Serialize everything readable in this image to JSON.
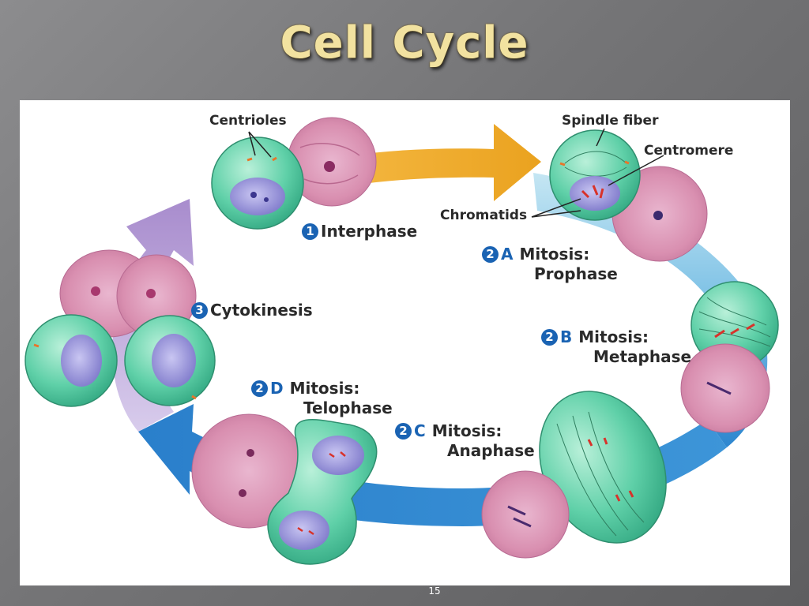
{
  "slide": {
    "title": "Cell Cycle",
    "page_number": "15"
  },
  "diagram": {
    "labels": {
      "centrioles": "Centrioles",
      "spindle_fiber": "Spindle fiber",
      "centromere": "Centromere",
      "chromatids": "Chromatids"
    },
    "stages": [
      {
        "number": "1",
        "letter": "",
        "line1": "Interphase",
        "line2": ""
      },
      {
        "number": "2",
        "letter": "A",
        "line1": "Mitosis:",
        "line2": "Prophase"
      },
      {
        "number": "2",
        "letter": "B",
        "line1": "Mitosis:",
        "line2": "Metaphase"
      },
      {
        "number": "2",
        "letter": "C",
        "line1": "Mitosis:",
        "line2": "Anaphase"
      },
      {
        "number": "2",
        "letter": "D",
        "line1": "Mitosis:",
        "line2": "Telophase"
      },
      {
        "number": "3",
        "letter": "",
        "line1": "Cytokinesis",
        "line2": ""
      }
    ],
    "colors": {
      "arrow_interphase": "#f2b33a",
      "arrow_mitosis_light": "#a8d8ec",
      "arrow_mitosis_dark": "#2d86cf",
      "arrow_cytokinesis": "#b49ad0",
      "cell_fill": "#5fd0a8",
      "micrograph": "#d98fb0",
      "badge": "#1a63b3"
    }
  }
}
